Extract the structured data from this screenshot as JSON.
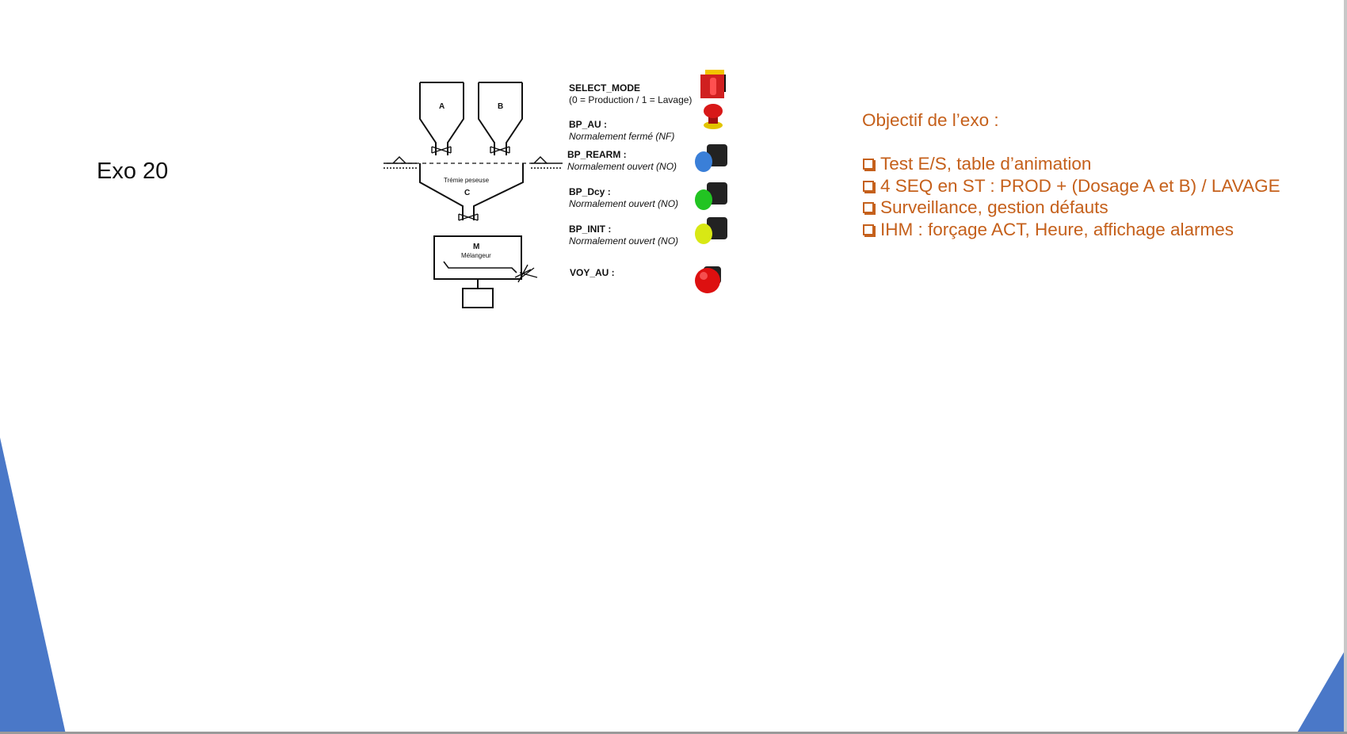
{
  "slide": {
    "title": "Exo 20",
    "accent_color": "#4a78c8"
  },
  "diagram": {
    "hopper_a": "A",
    "hopper_b": "B",
    "weigh_hopper_name": "Trémie peseuse",
    "weigh_hopper_letter": "C",
    "mixer_letter": "M",
    "mixer_name": "Mélangeur"
  },
  "legend": [
    {
      "label": "SELECT_MODE",
      "sub": "(0 = Production / 1 = Lavage)",
      "sub_style": "normal",
      "icon": "selector-switch-icon"
    },
    {
      "label": "BP_AU :",
      "sub": "Normalement fermé (NF)",
      "sub_style": "italic",
      "icon": "emergency-stop-icon"
    },
    {
      "label": "BP_REARM :",
      "sub": "Normalement ouvert (NO)",
      "sub_style": "italic",
      "icon": "blue-pushbutton-icon"
    },
    {
      "label": "BP_Dcy :",
      "sub": "Normalement ouvert (NO)",
      "sub_style": "italic",
      "icon": "green-pushbutton-icon"
    },
    {
      "label": "BP_INIT :",
      "sub": "Normalement ouvert (NO)",
      "sub_style": "italic",
      "icon": "yellow-pushbutton-icon"
    },
    {
      "label": "VOY_AU :",
      "sub": "",
      "sub_style": "normal",
      "icon": "red-indicator-light-icon"
    }
  ],
  "objectives": {
    "heading": "Objectif de l’exo :",
    "items": [
      "Test E/S, table d’animation",
      "4 SEQ en ST : PROD + (Dosage A et B) / LAVAGE",
      "Surveillance, gestion défauts",
      "IHM : forçage ACT, Heure, affichage alarmes"
    ],
    "color": "#c5601b"
  }
}
